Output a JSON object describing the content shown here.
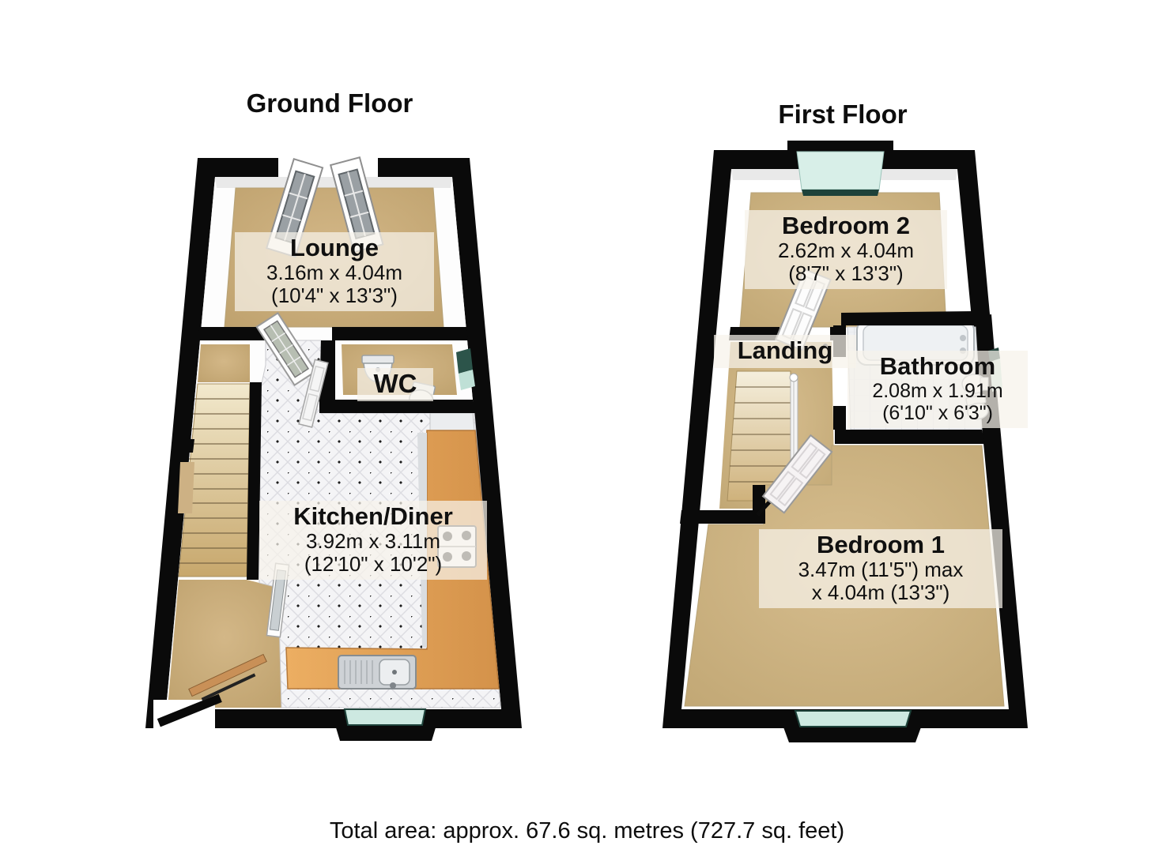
{
  "ground_floor": {
    "title": "Ground Floor",
    "lounge": {
      "name": "Lounge",
      "metric": "3.16m x 4.04m",
      "imperial": "(10'4\" x 13'3\")"
    },
    "wc": {
      "name": "WC"
    },
    "kitchen_diner": {
      "name": "Kitchen/Diner",
      "metric": "3.92m x 3.11m",
      "imperial": "(12'10\" x 10'2\")"
    }
  },
  "first_floor": {
    "title": "First Floor",
    "bedroom_2": {
      "name": "Bedroom 2",
      "metric": "2.62m x 4.04m",
      "imperial": "(8'7\" x 13'3\")"
    },
    "landing": {
      "name": "Landing"
    },
    "bathroom": {
      "name": "Bathroom",
      "metric": "2.08m x 1.91m",
      "imperial": "(6'10\" x 6'3\")"
    },
    "bedroom_1": {
      "name": "Bedroom 1",
      "metric": "3.47m (11'5\") max",
      "imperial": "x 4.04m (13'3\")"
    }
  },
  "footer": {
    "total_area": "Total area: approx. 67.6 sq. metres (727.7 sq. feet)"
  },
  "colors": {
    "wall": "#0a0a0a",
    "carpet": "#c9ad7c",
    "counter": "#e2a156",
    "window_glass": "#cde9e1",
    "tile_floor": "#f4f4f6"
  }
}
